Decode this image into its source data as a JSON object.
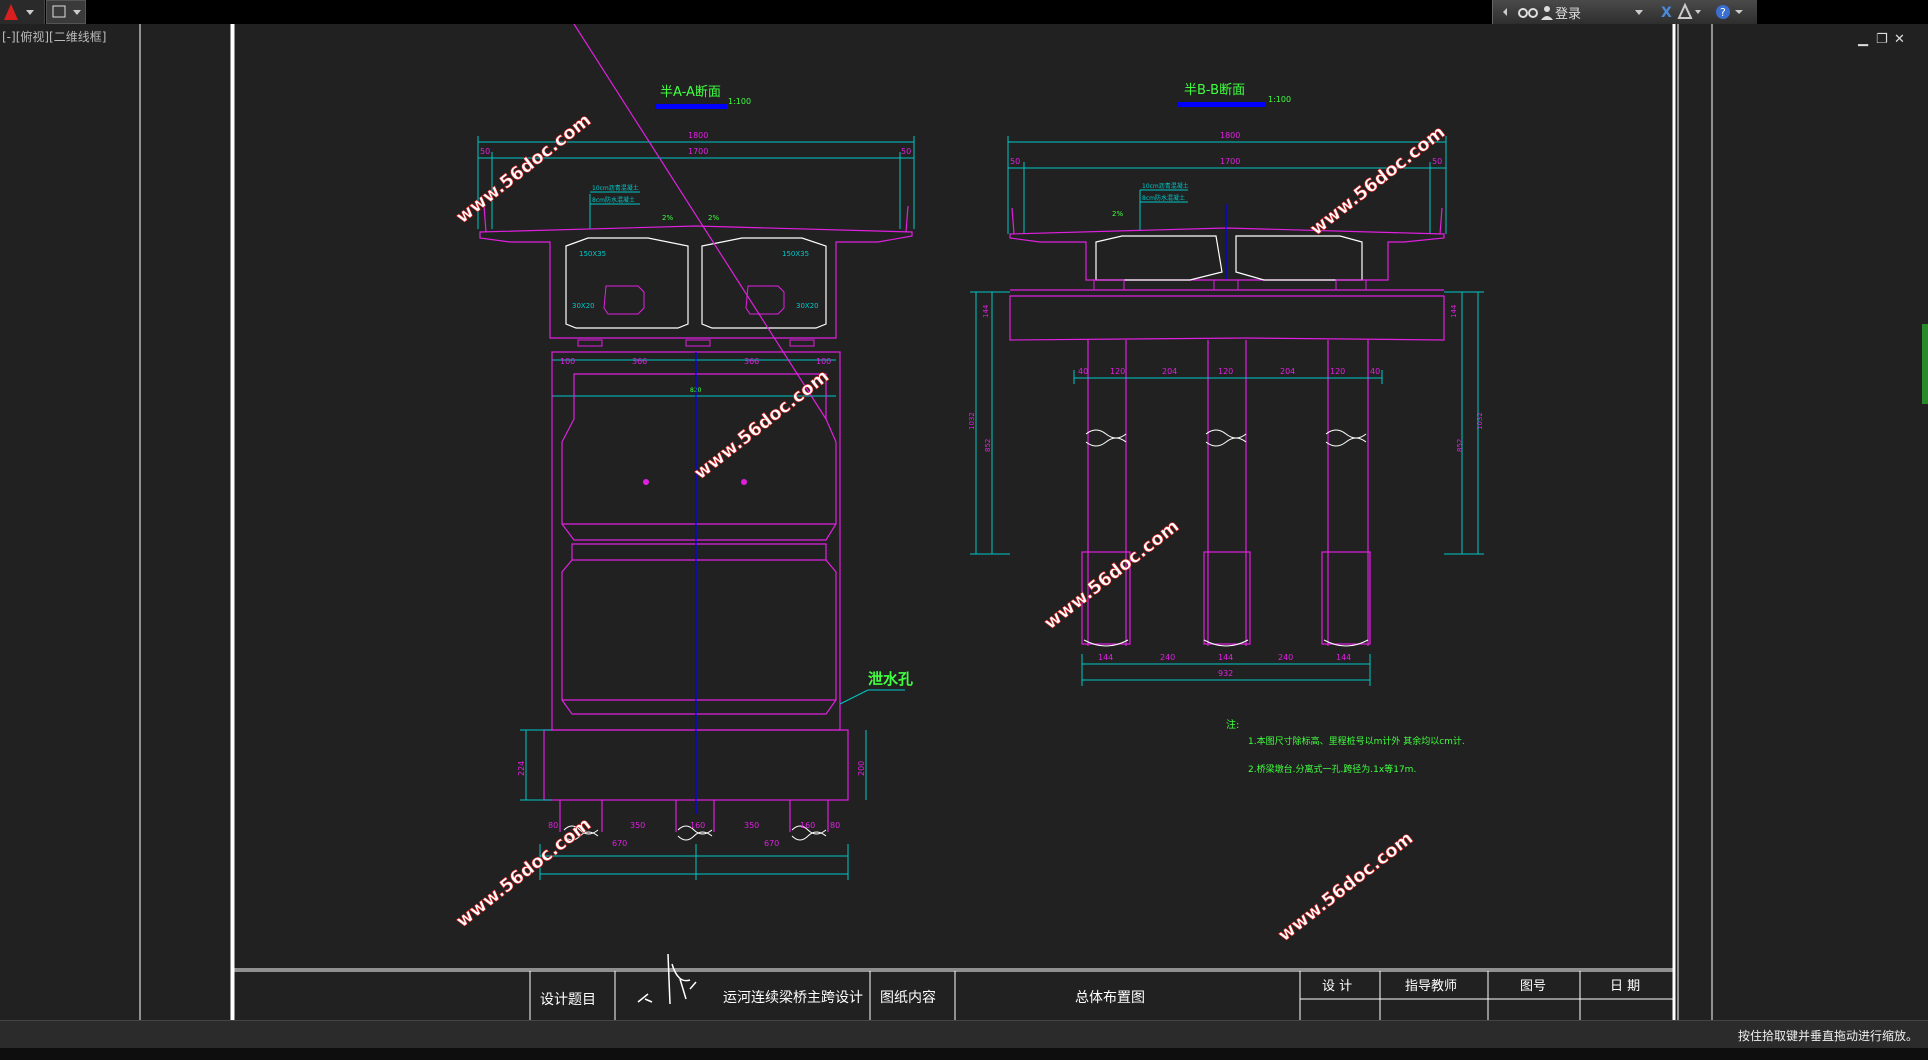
{
  "toolbar": {
    "login_label": "登录"
  },
  "viewport": {
    "label": "[-][俯视][二维线框]"
  },
  "status": {
    "message": "按住拾取键并垂直拖动进行缩放。"
  },
  "drawing": {
    "section_a_title": "半A-A断面",
    "section_a_scale": "1:100",
    "section_b_title": "半B-B断面",
    "section_b_scale": "1:100",
    "a_dims": {
      "total": "1800",
      "inner": "1700",
      "left_edge": "50",
      "right_edge": "50",
      "note1": "10cm沥青混凝土",
      "note2": "8cm防水混凝土",
      "slope_left": "2%",
      "slope_right": "2%",
      "haunch_tl": "150X35",
      "haunch_tr": "150X35",
      "haunch_bl": "30X20",
      "haunch_br": "30X20",
      "pier_top_1": "100",
      "pier_top_2": "366",
      "pier_top_3": "366",
      "pier_top_4": "100",
      "pier_width": "820",
      "drain_hole": "泄水孔",
      "cap_height_l": "224",
      "cap_height_r": "200",
      "pile_1": "80",
      "pile_2": "350",
      "pile_3": "160",
      "pile_4": "350",
      "pile_5": "160",
      "pile_6": "80",
      "pile_half_l": "670",
      "pile_half_r": "670"
    },
    "b_dims": {
      "total": "1800",
      "inner": "1700",
      "left_edge": "50",
      "right_edge": "50",
      "note1": "10cm沥青混凝土",
      "note2": "8cm防水混凝土",
      "slope": "2%",
      "cap_l": "144",
      "cap_r": "144",
      "height_l_total": "1032",
      "height_l_part": "852",
      "height_r_total": "1032",
      "height_r_part": "852",
      "col_1": "40",
      "col_2": "120",
      "col_3": "204",
      "col_4": "120",
      "col_5": "204",
      "col_6": "120",
      "col_7": "40",
      "pile_1": "144",
      "pile_2": "240",
      "pile_3": "144",
      "pile_4": "240",
      "pile_5": "144",
      "pile_total": "932"
    },
    "notes": {
      "heading": "注:",
      "line1": "1.本图尺寸除标高、里程桩号以m计外 其余均以cm计.",
      "line2": "2.桥梁墩台.分离式一孔.跨径为.1x等17m."
    },
    "watermark": "www.56doc.com"
  },
  "title_block": {
    "design_topic_label": "设计题目",
    "design_topic_value": "运河连续梁桥主跨设计",
    "drawing_content_label": "图纸内容",
    "drawing_content_value": "总体布置图",
    "designer_label": "设 计",
    "advisor_label": "指导教师",
    "drawing_no_label": "图号",
    "date_label": "日 期"
  },
  "colors": {
    "magenta": "#e020e0",
    "cyan": "#00c8c8",
    "green": "#40ff40",
    "white": "#ffffff",
    "blue": "#0000ff"
  }
}
